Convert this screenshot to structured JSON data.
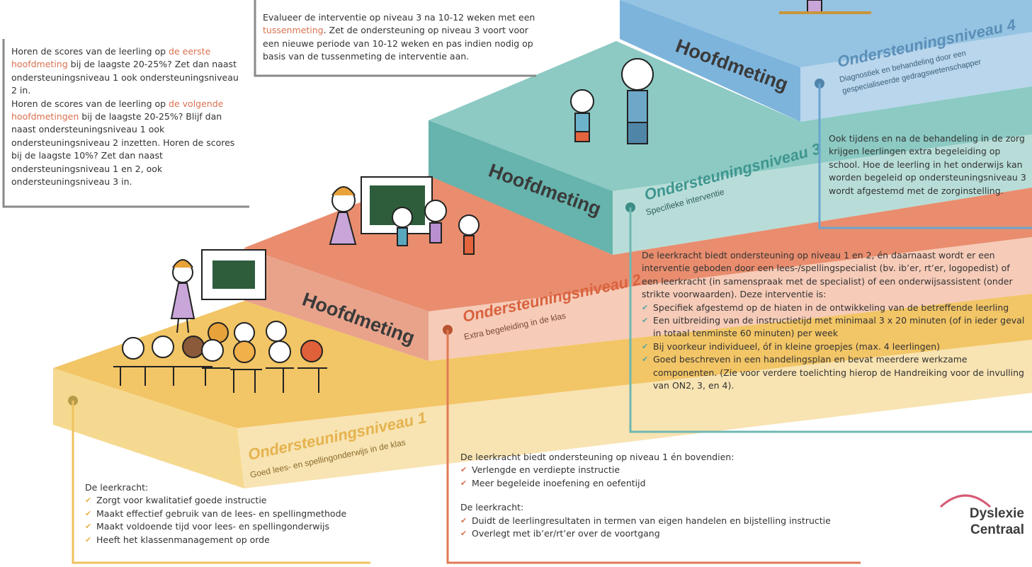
{
  "steps": [
    {
      "level_title": "Ondersteuningsniveau 1",
      "level_subtitle": "Goed lees- en spellingonderwijs in de klas",
      "measure_label": ""
    },
    {
      "level_title": "Ondersteuningsniveau 2",
      "level_subtitle": "Extra begeleiding in de klas",
      "measure_label": "Hoofdmeting"
    },
    {
      "level_title": "Ondersteuningsniveau 3",
      "level_subtitle": "Specifieke interventie",
      "measure_label": "Hoofdmeting"
    },
    {
      "level_title": "Ondersteuningsniveau 4",
      "level_subtitle_line1": "Diagnostiek en behandeling door een",
      "level_subtitle_line2": "gespecialiseerde gedragswetenschapper",
      "measure_label": "Hoofdmeting"
    }
  ],
  "box_left": {
    "p1_a": "Horen de scores van de leerling op ",
    "p1_hl": "de eerste hoofdmeting",
    "p1_b": " bij de laagste 20-25%? Zet dan naast ondersteuningsniveau 1 ook ondersteuningsniveau 2 in.",
    "p2_a": "Horen de scores van de leerling op ",
    "p2_hl": "de volgende hoofdmetingen",
    "p2_b": " bij de laagste 20-25%? Blijf dan naast ondersteuningsniveau 1 ook ondersteuningsniveau 2 inzetten. Horen de scores bij de laagste 10%? Zet dan naast ondersteuningsniveau 1 en 2, ook ondersteuningsniveau 3 in."
  },
  "box_top": {
    "a": "Evalueer de interventie op niveau 3 na 10-12 weken met een ",
    "hl": "tussenmeting",
    "b": ". Zet de ondersteuning op niveau 3 voort voor een nieuwe periode van 10-12 weken en pas indien nodig op basis van de tussenmeting de interventie aan."
  },
  "box_level1": {
    "intro": "De leerkracht:",
    "items": [
      "Zorgt voor kwalitatief goede instructie",
      "Maakt effectief gebruik van de lees- en spellingmethode",
      "Maakt voldoende tijd voor lees- en spellingonderwijs",
      "Heeft het klassenmanagement op orde"
    ]
  },
  "box_level2": {
    "intro": "De leerkracht biedt ondersteuning op niveau 1 én bovendien:",
    "items": [
      "Verlengde en verdiepte instructie",
      "Meer begeleide inoefening en  oefentijd"
    ],
    "intro2": "De leerkracht:",
    "items2": [
      "Duidt de leerlingresultaten in termen van eigen handelen en bijstelling instructie",
      "Overlegt met ib’er/rt’er over de voortgang"
    ]
  },
  "box_level3": {
    "intro": "De leerkracht biedt ondersteuning op niveau 1 en 2, én daarnaast wordt er een interventie geboden door een lees-/spellingspecialist (bv. ib’er, rt’er, logopedist) of een leerkracht (in samenspraak met de specialist) of een onderwijsassistent (onder strikte voorwaarden). Deze interventie is:",
    "items": [
      "Specifiek afgestemd op de hiaten in de ontwikkeling van de betreffende leerling",
      "Een uitbreiding van de instructietijd met minimaal 3 x 20 minuten (of in ieder geval in totaal tenminste 60 minuten) per week",
      "Bij voorkeur individueel, óf in kleine groepjes (max. 4 leerlingen)",
      "Goed beschreven in een handelingsplan en bevat meerdere werkzame componenten. (Zie voor verdere toelichting hierop de Handreiking voor de invulling van ON2, 3, en 4)."
    ]
  },
  "box_level4": {
    "text": "Ook tijdens en na de behandeling in de zorg krijgen leerlingen extra begeleiding op school. Hoe de leerling in het onderwijs kan worden begeleid op ondersteuningsniveau 3 wordt afgestemd met de zorginstelling."
  },
  "logo": {
    "line1": "Dyslexie",
    "line2": "Centraal"
  },
  "colors": {
    "level1": "#efc25e",
    "level2": "#e8876a",
    "level3": "#7cc1bb",
    "level4": "#8fc0df",
    "accent_text": "#d9714f",
    "gray_rule": "#888888"
  }
}
